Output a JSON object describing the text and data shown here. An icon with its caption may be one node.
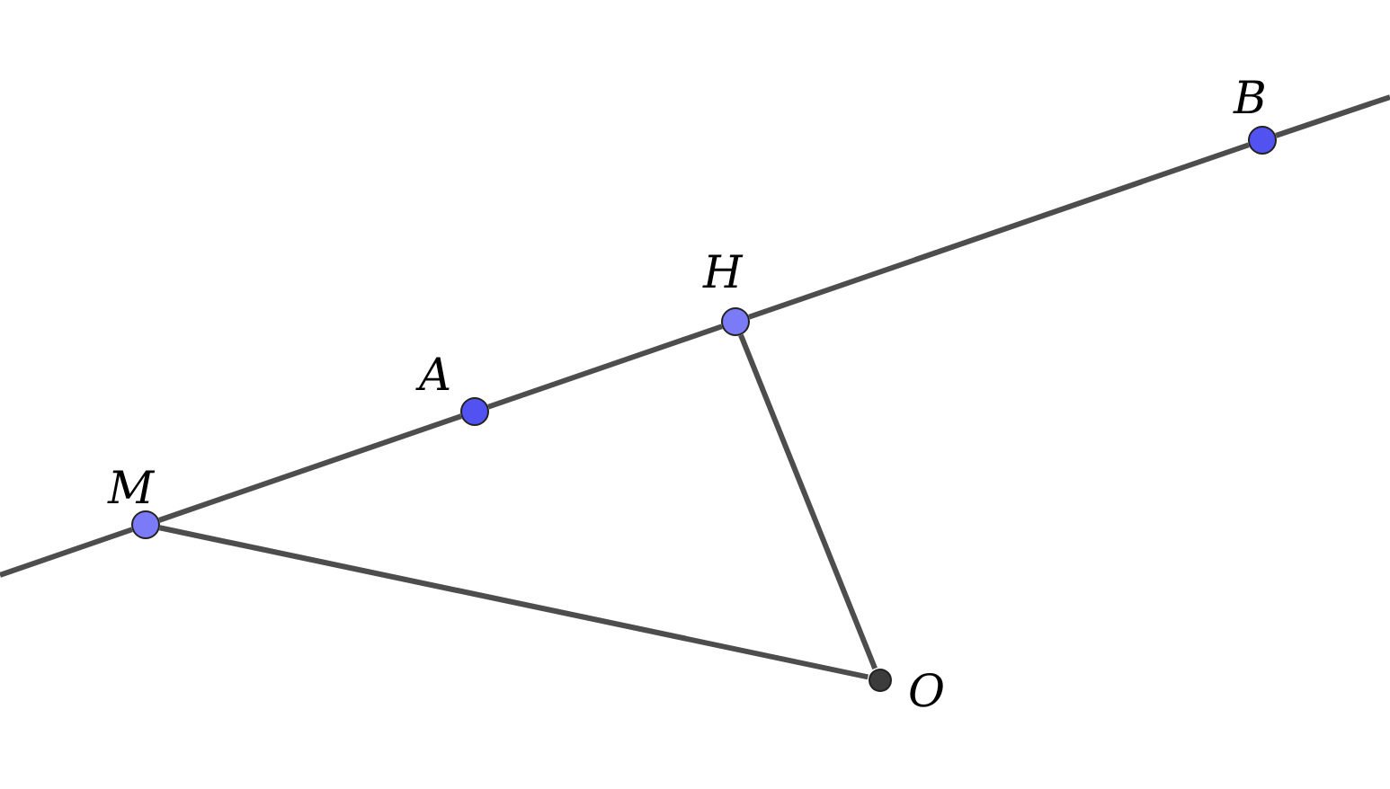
{
  "diagram": {
    "nodes": [
      {
        "text": [],
        "shape": "circle",
        "beside": [
          "B"
        ]
      },
      {
        "text": [],
        "shape": "circle",
        "beside": [
          "H"
        ]
      },
      {
        "text": [],
        "shape": "circle",
        "beside": [
          "A"
        ]
      },
      {
        "text": [],
        "shape": "circle",
        "beside": [
          "M"
        ]
      },
      {
        "text": [],
        "shape": "circle",
        "beside": [
          "O"
        ]
      }
    ],
    "edges": [
      {
        "from": null,
        "to": 3,
        "arrow": "none"
      },
      {
        "from": 3,
        "to": 2,
        "arrow": "none"
      },
      {
        "from": 2,
        "to": 1,
        "arrow": "none"
      },
      {
        "from": 1,
        "to": 0,
        "arrow": "none"
      },
      {
        "from": 0,
        "to": null,
        "arrow": "none"
      },
      {
        "from": 3,
        "to": 4,
        "arrow": "none"
      },
      {
        "from": 1,
        "to": 4,
        "arrow": "none"
      }
    ]
  }
}
